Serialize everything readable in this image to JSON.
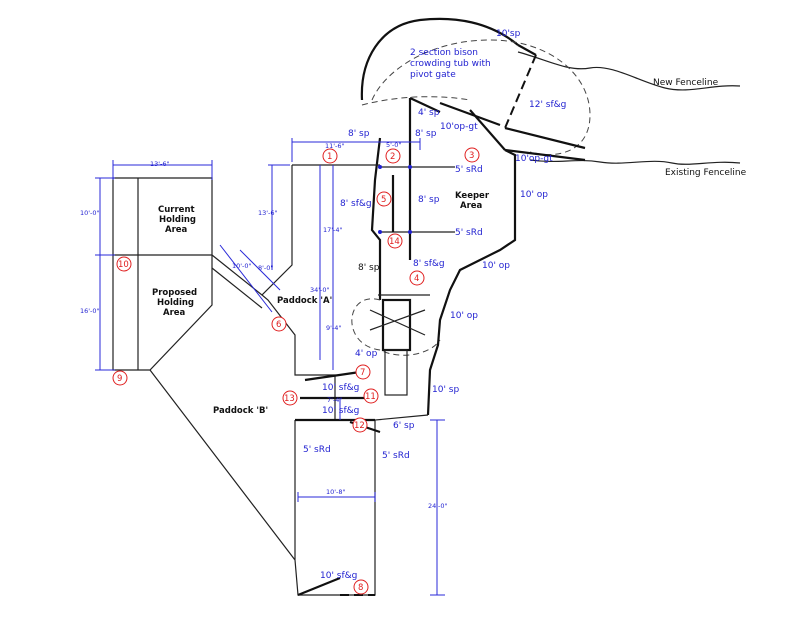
{
  "areas": {
    "current_holding": [
      "Current",
      "Holding",
      "Area"
    ],
    "proposed_holding": [
      "Proposed",
      "Holding",
      "Area"
    ],
    "keeper": [
      "Keeper",
      "Area"
    ],
    "paddock_a": "Paddock 'A'",
    "paddock_b": "Paddock 'B'"
  },
  "fencelines": {
    "new": "New Fenceline",
    "existing": "Existing Fenceline"
  },
  "tub_note": [
    "2 section bison",
    "crowding tub with",
    "pivot gate"
  ],
  "dimensions": {
    "d13_6_top": "13'-6\"",
    "d10_0_left": "10'-0\"",
    "d16_0_left": "16'-0\"",
    "d10_0_diag": "10'-0\"",
    "d8_0_diag": "8'-0\"",
    "d13_6_vert": "13'-6\"",
    "d11_6": "11'-6\"",
    "d5_0": "5'-0\"",
    "d17_4": "17'-4\"",
    "d34_0": "34'-0\"",
    "d9_4": "9'-4\"",
    "d7_4": "7'-4\"",
    "d10_8": "10'-8\"",
    "d24_0": "24'-0\""
  },
  "labels": {
    "sp10_top": "10'sp",
    "sfg12": "12' sf&g",
    "sp4": "4' sp",
    "sp8_a": "8' sp",
    "sp8_b": "8' sp",
    "opgt10_a": "10'op-gt",
    "opgt10_b": "10'op-gt",
    "srd5_a": "5' sRd",
    "sfg8_a": "8' sf&g",
    "sp8_c": "8' sp",
    "op10_a": "10' op",
    "srd5_b": "5' sRd",
    "op10_b": "10' op",
    "sp8_d": "8' sp",
    "sfg8_b": "8' sf&g",
    "op10_c": "10' op",
    "op4": "4' op",
    "sfg10_a": "10' sf&g",
    "sfg10_b": "10' sf&g",
    "sp10_c": "10' sp",
    "sp6": "6' sp",
    "srd5_c": "5' sRd",
    "srd5_d": "5' sRd",
    "sfg10_c": "10' sf&g"
  },
  "markers": {
    "m1": "1",
    "m2": "2",
    "m3": "3",
    "m4": "4",
    "m5": "5",
    "m6": "6",
    "m7": "7",
    "m8": "8",
    "m9": "9",
    "m10": "10",
    "m11": "11",
    "m12": "12",
    "m13": "13",
    "m14": "14"
  }
}
